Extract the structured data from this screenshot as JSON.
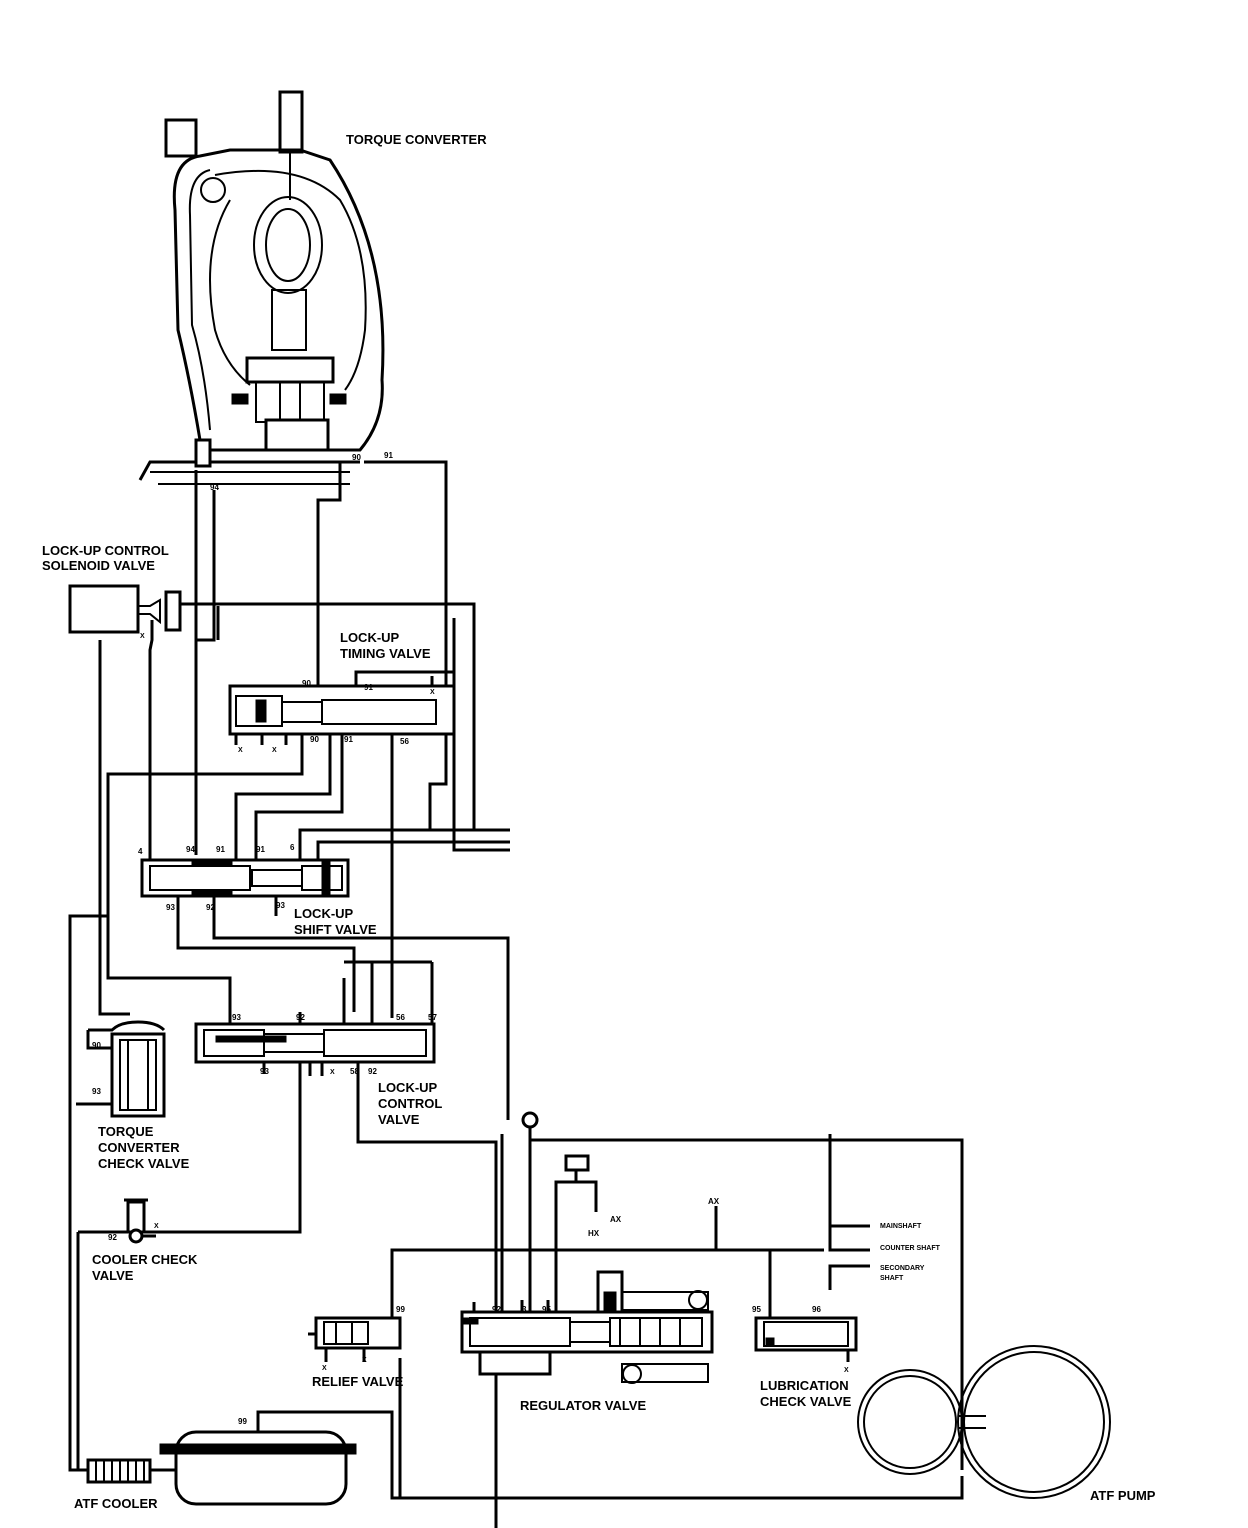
{
  "labels": {
    "torque_converter": "TORQUE CONVERTER",
    "lockup_solenoid": [
      "LOCK-UP CONTROL",
      "SOLENOID VALVE"
    ],
    "lockup_timing": [
      "LOCK-UP",
      "TIMING VALVE"
    ],
    "lockup_shift": [
      "LOCK-UP",
      "SHIFT VALVE"
    ],
    "lockup_control": [
      "LOCK-UP",
      "CONTROL",
      "VALVE"
    ],
    "tc_check": [
      "TORQUE",
      "CONVERTER",
      "CHECK VALVE"
    ],
    "cooler_check": [
      "COOLER CHECK",
      "VALVE"
    ],
    "relief": "RELIEF VALVE",
    "regulator": "REGULATOR VALVE",
    "lubrication": [
      "LUBRICATION",
      "CHECK VALVE"
    ],
    "atf_cooler": "ATF COOLER",
    "atf_pump": "ATF PUMP",
    "mainshaft": "MAINSHAFT",
    "countershaft": "COUNTER SHAFT",
    "secondary": [
      "SECONDARY",
      "SHAFT"
    ]
  },
  "ports": {
    "p90": "90",
    "p91": "91",
    "p94": "94",
    "p56": "56",
    "p93": "93",
    "p92": "92",
    "p6": "6",
    "p4": "4",
    "p1": "1",
    "p3": "3",
    "p95": "95",
    "p96": "96",
    "p99": "99",
    "p57": "57",
    "p58": "58",
    "pX": "X",
    "pAX": "AX",
    "pHX": "HX"
  }
}
